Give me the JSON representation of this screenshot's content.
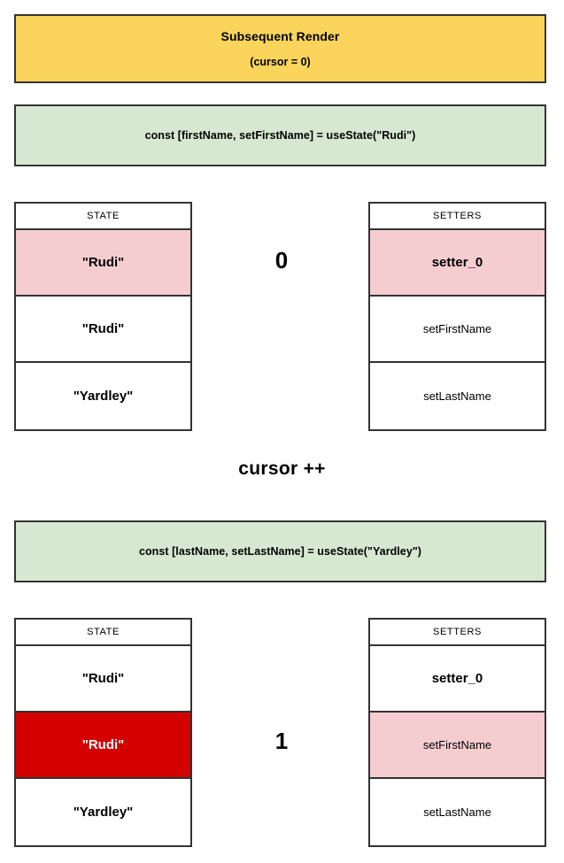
{
  "header": {
    "title": "Subsequent Render",
    "subtitle": "(cursor = 0)",
    "background_color": "#fbd45c"
  },
  "divider": {
    "cursor_increment": "cursor ++"
  },
  "colors": {
    "code_block": "#d6e8d1",
    "highlight_pink": "#f5cdd0",
    "highlight_red": "#d40000",
    "border": "#333333"
  },
  "steps": [
    {
      "code": "const [firstName, setFirstName] = useState(\"Rudi\")",
      "cursor": "0",
      "state_table": {
        "header": "STATE",
        "rows": [
          {
            "value": "\"Rudi\"",
            "highlight": "pink"
          },
          {
            "value": "\"Rudi\"",
            "highlight": "none"
          },
          {
            "value": "\"Yardley\"",
            "highlight": "none"
          }
        ]
      },
      "setters_table": {
        "header": "SETTERS",
        "rows": [
          {
            "value": "setter_0",
            "highlight": "pink"
          },
          {
            "value": "setFirstName",
            "highlight": "none"
          },
          {
            "value": "setLastName",
            "highlight": "none"
          }
        ]
      }
    },
    {
      "code": "const [lastName, setLastName] = useState(\"Yardley\")",
      "cursor": "1",
      "state_table": {
        "header": "STATE",
        "rows": [
          {
            "value": "\"Rudi\"",
            "highlight": "none"
          },
          {
            "value": "\"Rudi\"",
            "highlight": "red"
          },
          {
            "value": "\"Yardley\"",
            "highlight": "none"
          }
        ]
      },
      "setters_table": {
        "header": "SETTERS",
        "rows": [
          {
            "value": "setter_0",
            "highlight": "none"
          },
          {
            "value": "setFirstName",
            "highlight": "pink"
          },
          {
            "value": "setLastName",
            "highlight": "none"
          }
        ]
      }
    }
  ]
}
